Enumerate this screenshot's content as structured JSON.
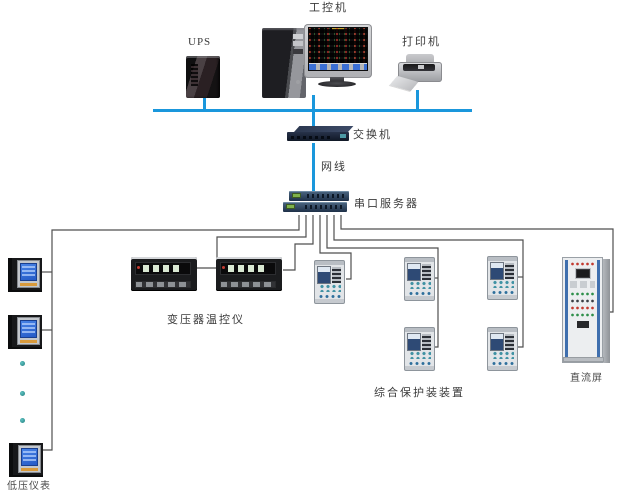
{
  "colors": {
    "network-blue": "#1a97dc",
    "line-gray": "#4f4f4f",
    "label-color": "#3b3b3b",
    "background": "#ffffff"
  },
  "labels": {
    "industrial_pc": "工控机",
    "ups": "UPS",
    "printer": "打印机",
    "switch": "交换机",
    "network_cable": "网线",
    "serial_server": "串口服务器",
    "transformer_temp_controller": "变压器温控仪",
    "protection_devices": "综合保护装装置",
    "dc_panel": "直流屏",
    "low_voltage_meters": "低压仪表"
  },
  "devices": {
    "temp_controller_count": 2,
    "protection_device_count": 5,
    "low_voltage_meter_count": 3,
    "meter_ellipsis_dots": 3
  }
}
